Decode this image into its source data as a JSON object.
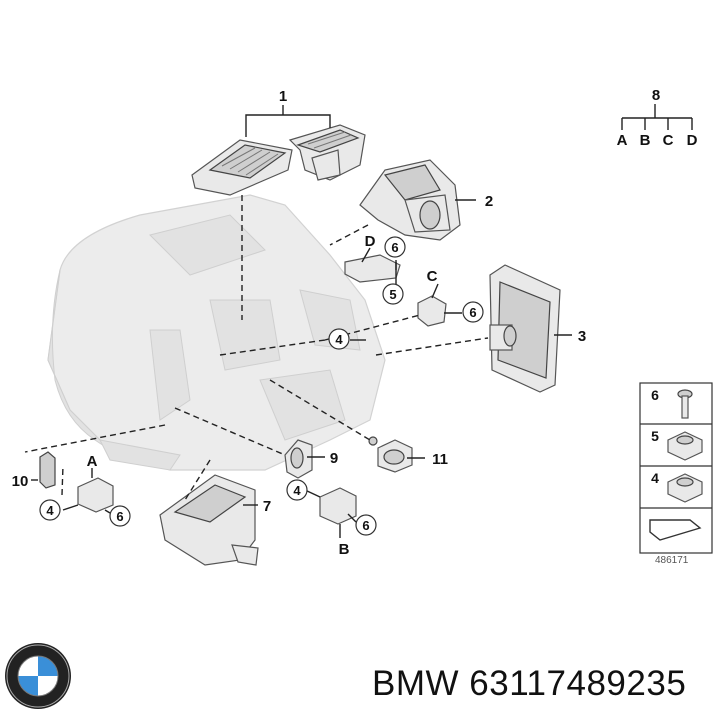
{
  "diagram": {
    "callouts": {
      "c1": "1",
      "c2": "2",
      "c3": "3",
      "c7": "7",
      "c9": "9",
      "c10": "10",
      "c11": "11",
      "c8": "8",
      "sA": "A",
      "sB": "B",
      "sC": "C",
      "sD": "D",
      "labC": "C",
      "labD": "D",
      "labA": "A",
      "labB": "B",
      "r6a": "6",
      "r6b": "6",
      "r6c": "6",
      "r6d": "6",
      "r5a": "5",
      "r4a": "4",
      "r4b": "4",
      "r4c": "4"
    },
    "legend": {
      "k6": "6",
      "k5": "5",
      "k4": "4"
    },
    "ref_code": "486171"
  },
  "footer": {
    "part_number": "BMW 63117489235"
  },
  "colors": {
    "line": "#222222",
    "ghost": "#ececec",
    "part": "#e9e9e9"
  }
}
